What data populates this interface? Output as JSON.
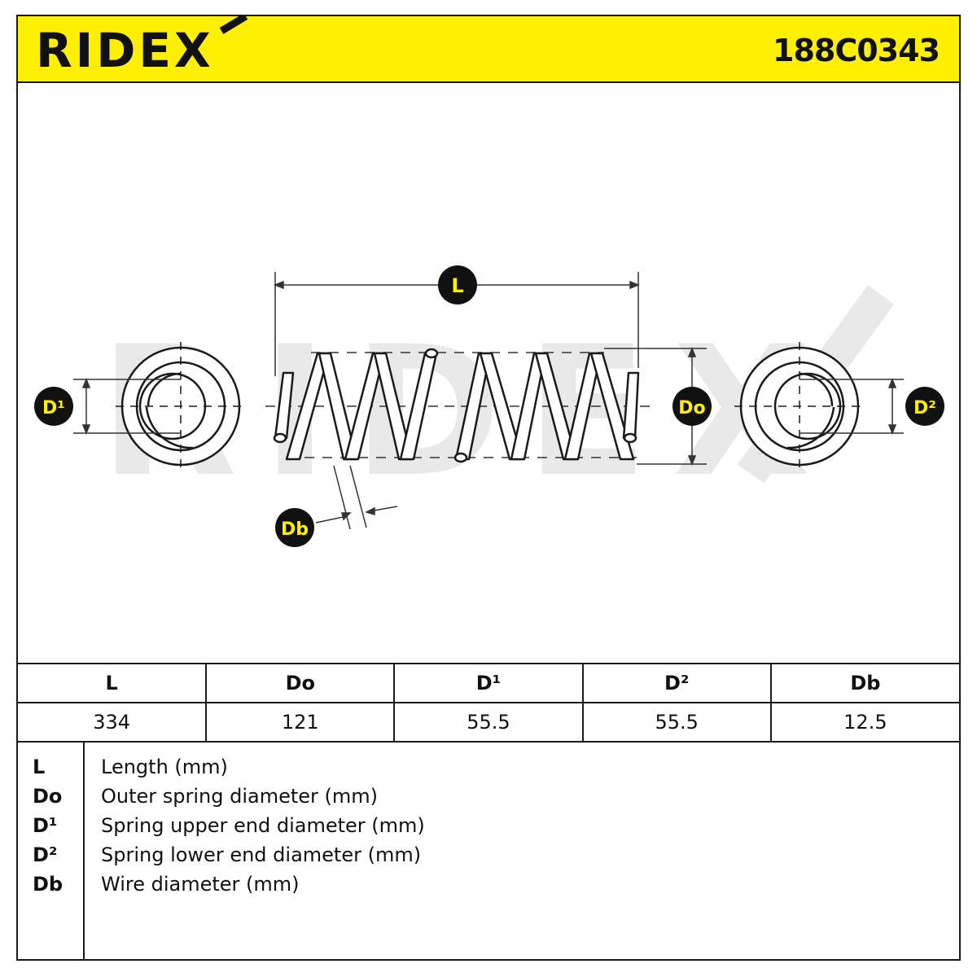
{
  "header": {
    "brand": "RIDEX",
    "part_number": "188C0343",
    "background_color": "#ffef00"
  },
  "drawing": {
    "watermark": "RIDEX",
    "labels": {
      "length": "L",
      "outer_diameter": "Do",
      "upper_end_diameter": "D¹",
      "lower_end_diameter": "D²",
      "wire_diameter": "Db"
    }
  },
  "specs": {
    "headers": [
      "L",
      "Do",
      "D¹",
      "D²",
      "Db"
    ],
    "values": [
      "334",
      "121",
      "55.5",
      "55.5",
      "12.5"
    ]
  },
  "legend": [
    {
      "symbol": "L",
      "description": "Length (mm)"
    },
    {
      "symbol": "Do",
      "description": "Outer spring diameter (mm)"
    },
    {
      "symbol": "D¹",
      "description": "Spring upper end diameter (mm)"
    },
    {
      "symbol": "D²",
      "description": "Spring lower end diameter (mm)"
    },
    {
      "symbol": "Db",
      "description": "Wire diameter (mm)"
    }
  ]
}
